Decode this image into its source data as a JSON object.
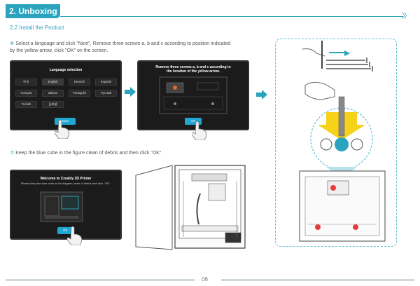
{
  "header": {
    "title": "2. Unboxing"
  },
  "section": {
    "title": "2.2 Install the Product"
  },
  "step6": {
    "num": "⑥",
    "line1": "Select a language and click \"Next\", Remove three screws a, b and c according to position indicated",
    "line2": "by the yellow arrow. click \"OK\" on the screen."
  },
  "step7": {
    "num": "⑦",
    "text": "Keep the blue cube in the figure clean of debris and then click \"OK\"."
  },
  "screen1": {
    "title": "Language selection",
    "langs": [
      "中文",
      "English",
      "Deutsch",
      "Español",
      "Français",
      "Italiano",
      "Português",
      "Русский",
      "Turkish",
      "日本語"
    ],
    "button": "Next"
  },
  "screen2": {
    "title1": "Remove three screws a, b and c according to",
    "title2": "the location of the yellow arrow.",
    "button": "Ok"
  },
  "screen3": {
    "title": "Welcome to Creality 3D Printer",
    "subtitle": "Please keep the blue cube in the diagram clean of debris and click \"OK\".",
    "button": "Ok"
  },
  "footer": {
    "page": "06"
  }
}
